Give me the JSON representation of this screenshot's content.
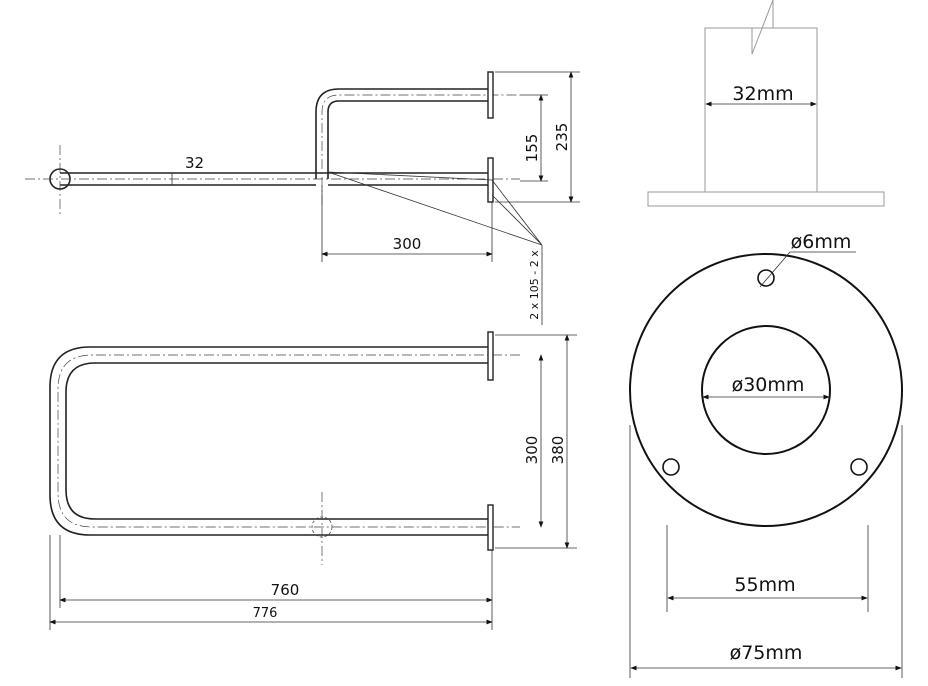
{
  "top_view": {
    "diameter": "32",
    "offset_height": "155",
    "total_height": "235",
    "depth": "300",
    "screws": "2 x 105 - 2 x"
  },
  "bottom_view": {
    "inner_width": "300",
    "outer_width": "380",
    "length": "760",
    "total_length": "776"
  },
  "flange_side": {
    "tube_diameter": "32mm"
  },
  "flange_front": {
    "hole_diameter": "ø6mm",
    "center_diameter": "ø30mm",
    "hole_spacing": "55mm",
    "outer_diameter": "ø75mm"
  }
}
